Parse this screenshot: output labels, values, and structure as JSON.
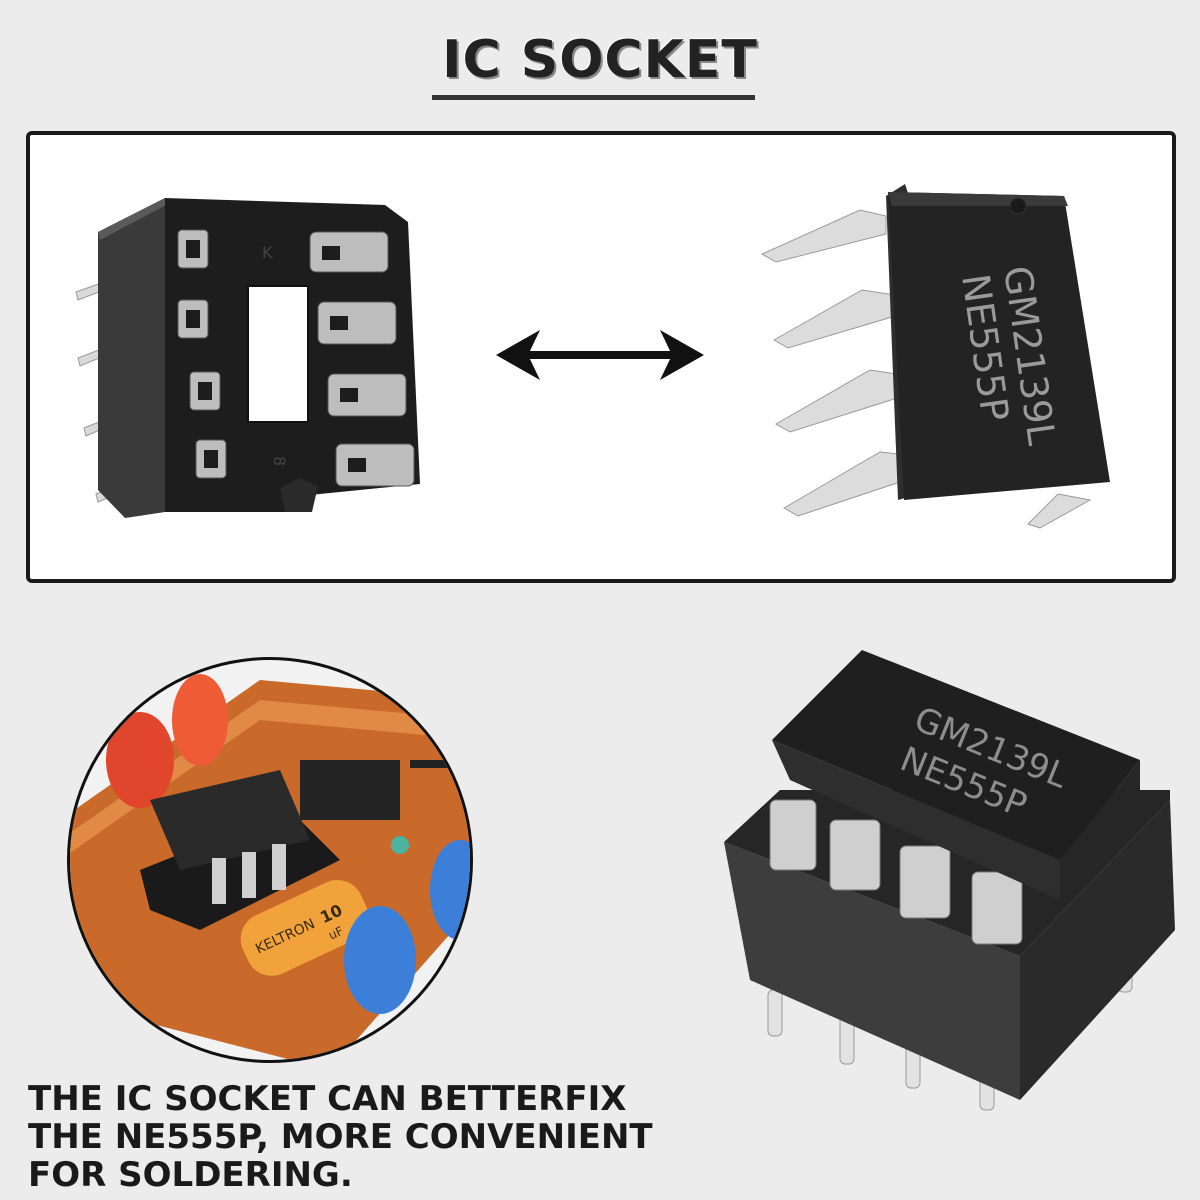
{
  "title": "IC SOCKET",
  "chip_marking": {
    "line1": "GM2139L",
    "line2": "NE555P"
  },
  "socket_marks": {
    "letter": "K",
    "number": "8"
  },
  "capacitor_marking": {
    "value": "10",
    "unit": "uF",
    "brand": "KELTRON"
  },
  "caption": {
    "line1": "THE IC SOCKET CAN BETTERFIX",
    "line2": "THE NE555P, MORE CONVENIENT",
    "line3": "FOR SOLDERING."
  },
  "icons": {
    "arrow": "double-arrow-icon"
  },
  "colors": {
    "background": "#ececec",
    "panel": "#ffffff",
    "border": "#1a1a1a",
    "chip": "#1f1f1f",
    "pin": "#c8c8c8"
  }
}
